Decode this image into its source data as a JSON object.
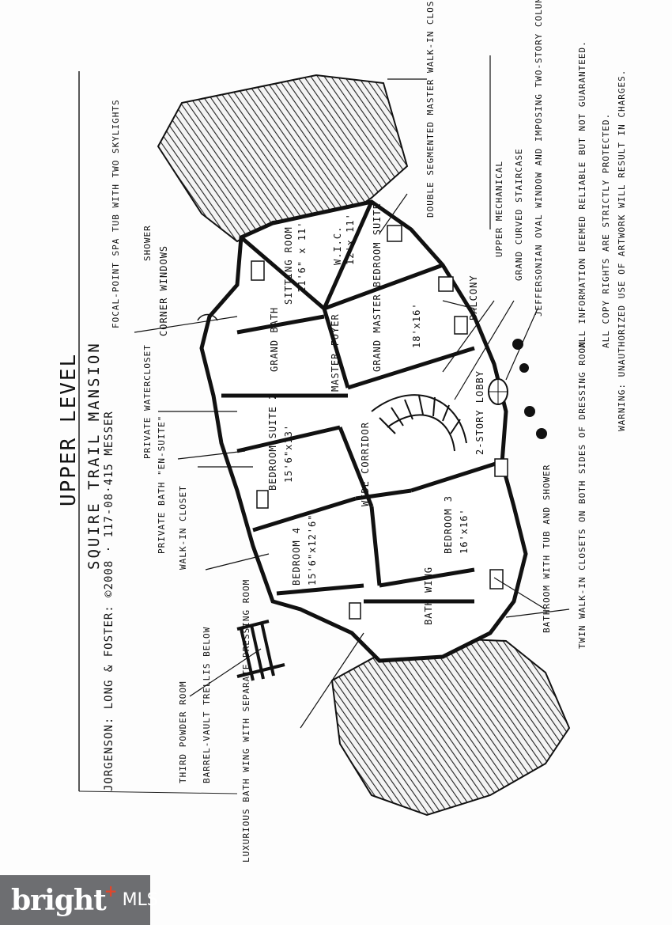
{
  "plan": {
    "title": "UPPER LEVEL",
    "subtitle": "SQUIRE TRAIL MANSION",
    "credit": "JORGENSON: LONG & FOSTER: ©2008 · 117-08·415 MESSER"
  },
  "rooms": {
    "sitting_room": "SITTING ROOM",
    "sitting_size": "11'6\" x 11'",
    "wic": "W.I.C.",
    "wic_size": "12'x 11'",
    "grand_master": "GRAND MASTER BEDROOM SUITE",
    "grand_master_size": "18'x16'",
    "grand_bath": "GRAND BATH",
    "master_foyer": "MASTER FOYER",
    "bedroom_suite_2": "BEDROOM SUITE 2",
    "bedroom_suite_2_size": "15'6\"x13'",
    "wide_corridor": "WIDE CORRIDOR",
    "bedroom_3": "BEDROOM 3",
    "bedroom_3_size": "16'x16'",
    "bedroom_4": "BEDROOM 4",
    "bedroom_4_size": "15'6\"x12'6\"",
    "lobby": "2-STORY LOBBY",
    "bath_wing": "BATH WING",
    "balcony": "BALCONY",
    "corner_windows": "CORNER WINDOWS"
  },
  "annotations": {
    "double_segmented": "DOUBLE SEGMENTED MASTER WALK-IN CLOSET AS LARGE AS SOME BEDROOMS",
    "upper_mechanical": "UPPER MECHANICAL",
    "grand_curved": "GRAND CURVED STAIRCASE",
    "jeffersonian": "JEFFERSONIAN OVAL WINDOW AND IMPOSING TWO-STORY COLUMNS",
    "disclaimer_1": "ALL INFORMATION DEEMED RELIABLE BUT NOT GUARANTEED.",
    "disclaimer_2": "ALL COPY RIGHTS ARE STRICTLY PROTECTED.",
    "warning": "WARNING: UNAUTHORIZED USE OF ARTWORK WILL RESULT IN CHARGES.",
    "focal_point": "FOCAL-POINT SPA TUB WITH TWO SKYLIGHTS",
    "shower": "SHOWER",
    "private_wc": "PRIVATE WATERCLOSET",
    "private_bath": "PRIVATE BATH \"EN-SUITE\"",
    "walk_in_closet": "WALK-IN CLOSET",
    "third_powder": "THIRD POWDER ROOM",
    "barrel_vault": "BARREL-VAULT TRELLIS BELOW",
    "luxurious": "LUXURIOUS BATH WING WITH SEPARATE DRESSING ROOM",
    "bathroom_tub": "BATHROOM WITH TUB AND SHOWER",
    "twin_walkin": "TWIN WALK-IN CLOSETS ON BOTH SIDES OF DRESSING ROOM"
  },
  "watermark": {
    "brand": "bright",
    "suffix": "MLS"
  },
  "colors": {
    "ink": "#111111",
    "badge": "#6d6e71",
    "badge_accent": "#e0462b"
  }
}
